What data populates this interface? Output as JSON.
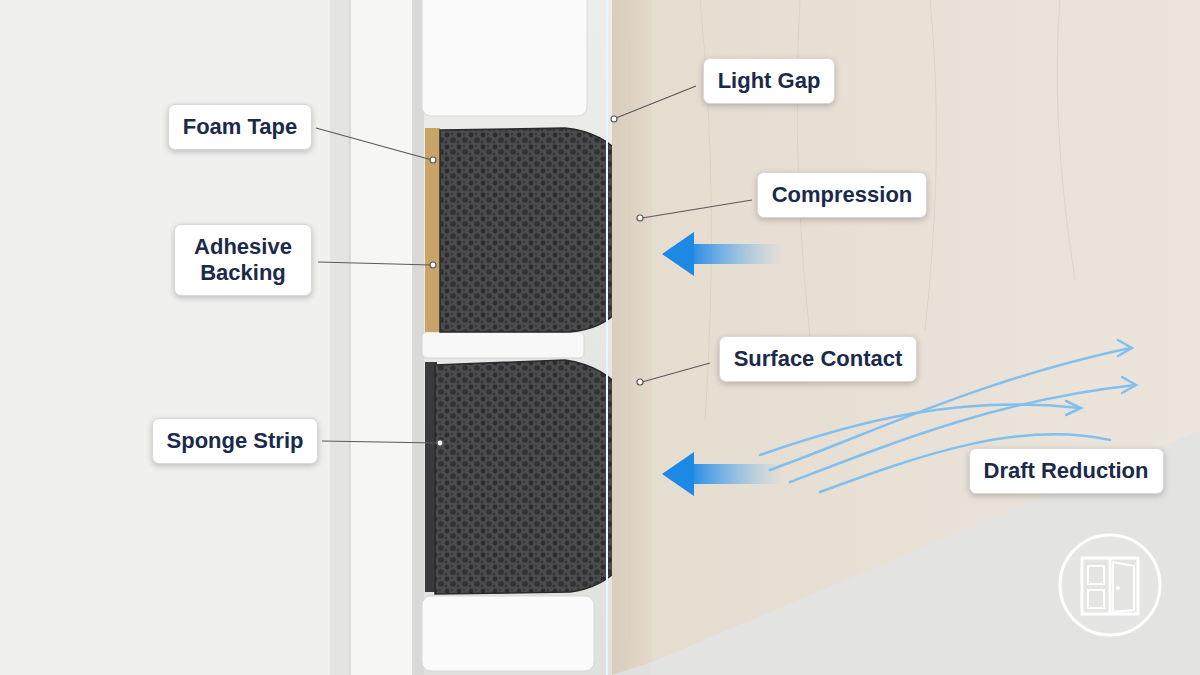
{
  "diagram": {
    "nodes": [
      {
        "text": [
          "Foam Tape"
        ]
      },
      {
        "text": [
          "Adhesive Backing"
        ]
      },
      {
        "text": [
          "Sponge Strip"
        ]
      },
      {
        "text": [
          "Light Gap"
        ]
      },
      {
        "text": [
          "Compression"
        ]
      },
      {
        "text": [
          "Surface Contact"
        ]
      },
      {
        "text": [
          "Draft Reduction"
        ]
      }
    ]
  }
}
